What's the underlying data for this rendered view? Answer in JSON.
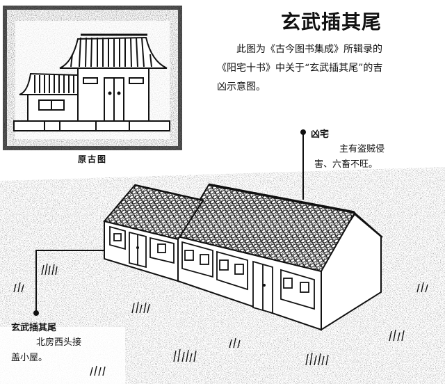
{
  "title": "玄武插其尾",
  "intro": {
    "line1": "此图为《古今图书集成》所辑录的",
    "line2": "《阳宅十书》中关于“玄武插其尾”的吉",
    "line3": "凶示意图。"
  },
  "original_image": {
    "caption": "原古图"
  },
  "callouts": [
    {
      "title": "凶宅",
      "text_line1": "主有盗贼侵",
      "text_line2": "害、六畜不旺。"
    },
    {
      "title": "玄武插其尾",
      "text_line1": "北房西头接",
      "text_line2": "盖小屋。"
    }
  ],
  "colors": {
    "ink": "#111111",
    "paper": "#ffffff",
    "stipple": "#9a9a9a"
  }
}
